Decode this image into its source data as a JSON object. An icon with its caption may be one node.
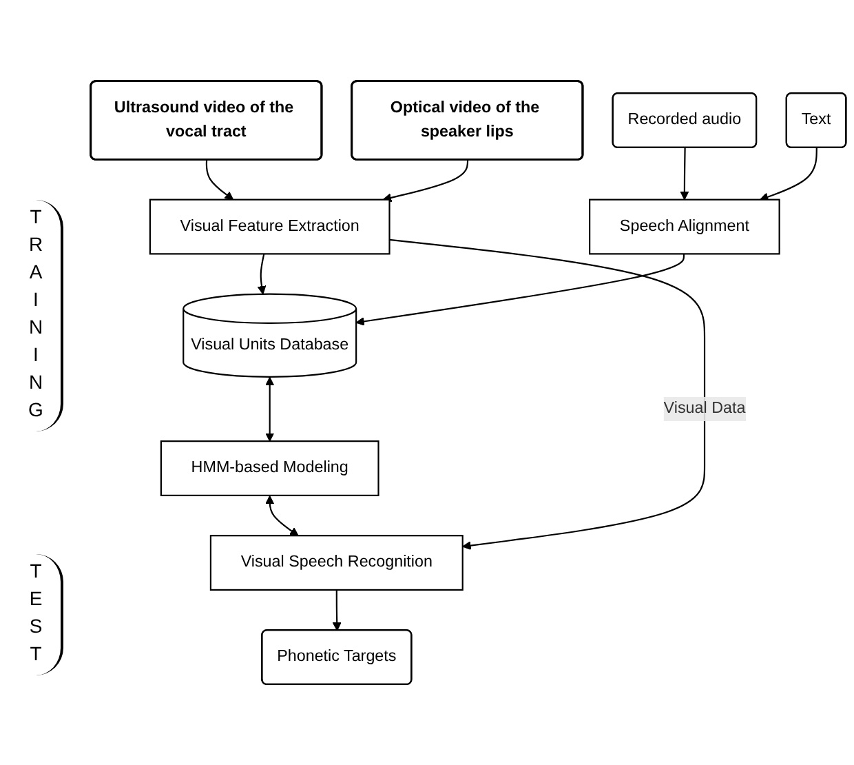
{
  "diagram": {
    "nodes": [
      {
        "text": [
          "Ultrasound video of the vocal tract"
        ]
      },
      {
        "text": [
          "Optical video of the speaker lips"
        ]
      },
      {
        "text": [
          "Recorded audio"
        ]
      },
      {
        "text": [
          "Text"
        ]
      },
      {
        "text": [
          "Visual Feature Extraction"
        ]
      },
      {
        "text": [
          "Speech Alignment"
        ]
      },
      {
        "text": [
          "Visual Units Database"
        ]
      },
      {
        "text": [
          "HMM-based Modeling"
        ]
      },
      {
        "text": [
          "Visual Speech Recognition"
        ]
      },
      {
        "text": [
          "Phonetic Targets"
        ]
      }
    ],
    "edges": [
      {
        "from": 0,
        "to": 4,
        "arrow": "to"
      },
      {
        "from": 1,
        "to": 4,
        "arrow": "to"
      },
      {
        "from": 2,
        "to": 5,
        "arrow": "to"
      },
      {
        "from": 3,
        "to": 5,
        "arrow": "to"
      },
      {
        "from": 4,
        "to": 6,
        "arrow": "to"
      },
      {
        "from": 5,
        "to": 6,
        "arrow": "to"
      },
      {
        "from": 6,
        "to": 7,
        "arrow": "both"
      },
      {
        "from": 7,
        "to": 8,
        "arrow": "both"
      },
      {
        "from": 4,
        "to": 8,
        "arrow": "to",
        "label": "Visual Data"
      },
      {
        "from": 8,
        "to": 9,
        "arrow": "to"
      }
    ],
    "labels": [
      "TRAINING",
      "TEST"
    ]
  }
}
